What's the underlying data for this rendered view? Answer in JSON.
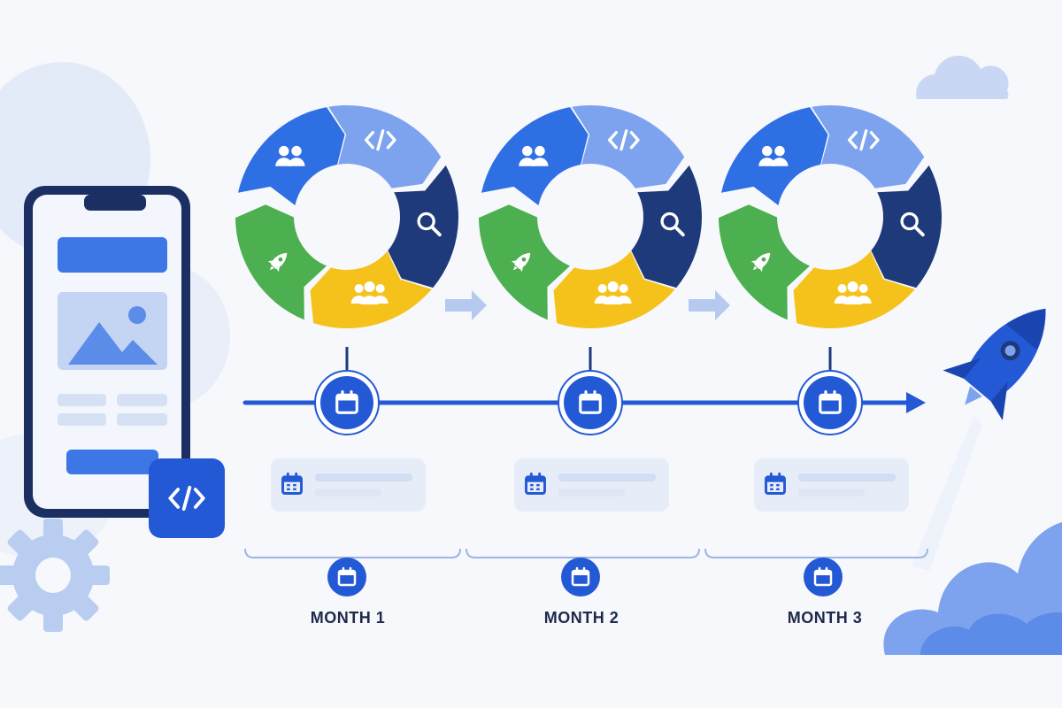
{
  "diagram": {
    "stages": [
      {
        "label": "MONTH 1"
      },
      {
        "label": "MONTH 2"
      },
      {
        "label": "MONTH 3"
      }
    ],
    "cycle_segments": [
      {
        "icon": "team-icon",
        "color": "#2f6fe4"
      },
      {
        "icon": "code-icon",
        "color": "#7ea3ee"
      },
      {
        "icon": "search-icon",
        "color": "#1e3a7a"
      },
      {
        "icon": "group-icon",
        "color": "#f5c21b"
      },
      {
        "icon": "rocket-icon",
        "color": "#4caf50"
      }
    ],
    "colors": {
      "primary": "#2459d6",
      "light_blue": "#7ea3ee",
      "navy": "#1e3a7a",
      "yellow": "#f5c21b",
      "green": "#4caf50",
      "pale": "#e6ecf8"
    },
    "decorations": [
      "phone-mockup",
      "code-badge-icon",
      "gear-icon",
      "rocket-icon",
      "cloud-icon"
    ]
  }
}
